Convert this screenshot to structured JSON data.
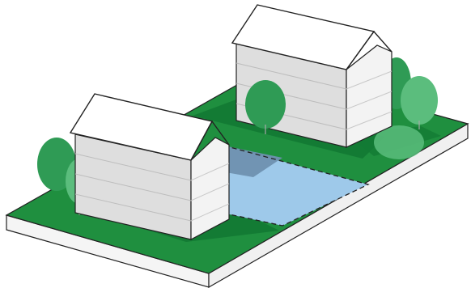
{
  "diagram": {
    "kind": "isometric-site-illustration",
    "elements": [
      "ground-slab",
      "lawn",
      "house-left",
      "house-right",
      "vacant-lot",
      "tree-left",
      "tree-center",
      "tree-right"
    ]
  },
  "colors": {
    "lawn": "#1f8f3f",
    "lawn_dark": "#137a34",
    "shadow": "#0f6b2c",
    "slab_top": "#ffffff",
    "slab_side": "#f4f4f4",
    "outline": "#222222",
    "house_siding": "#dedede",
    "house_side_light": "#f3f3f3",
    "roof": "#ffffff",
    "vacant_lot": "#9ec9ea",
    "vacant_lot_shade": "#6f91b0",
    "tree_dark": "#2f9b55",
    "tree_light": "#5bbd7d",
    "tree_trunk": "#a8a8a8"
  }
}
